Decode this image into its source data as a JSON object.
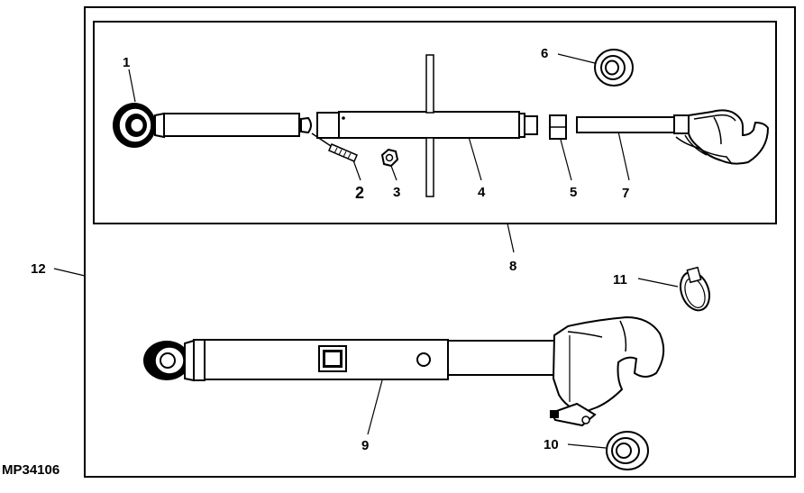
{
  "figure_id": "MP34106",
  "callouts": {
    "c1": "1",
    "c2": "2",
    "c3": "3",
    "c4": "4",
    "c5": "5",
    "c6": "6",
    "c7": "7",
    "c8": "8",
    "c9": "9",
    "c10": "10",
    "c11": "11",
    "c12": "12"
  }
}
